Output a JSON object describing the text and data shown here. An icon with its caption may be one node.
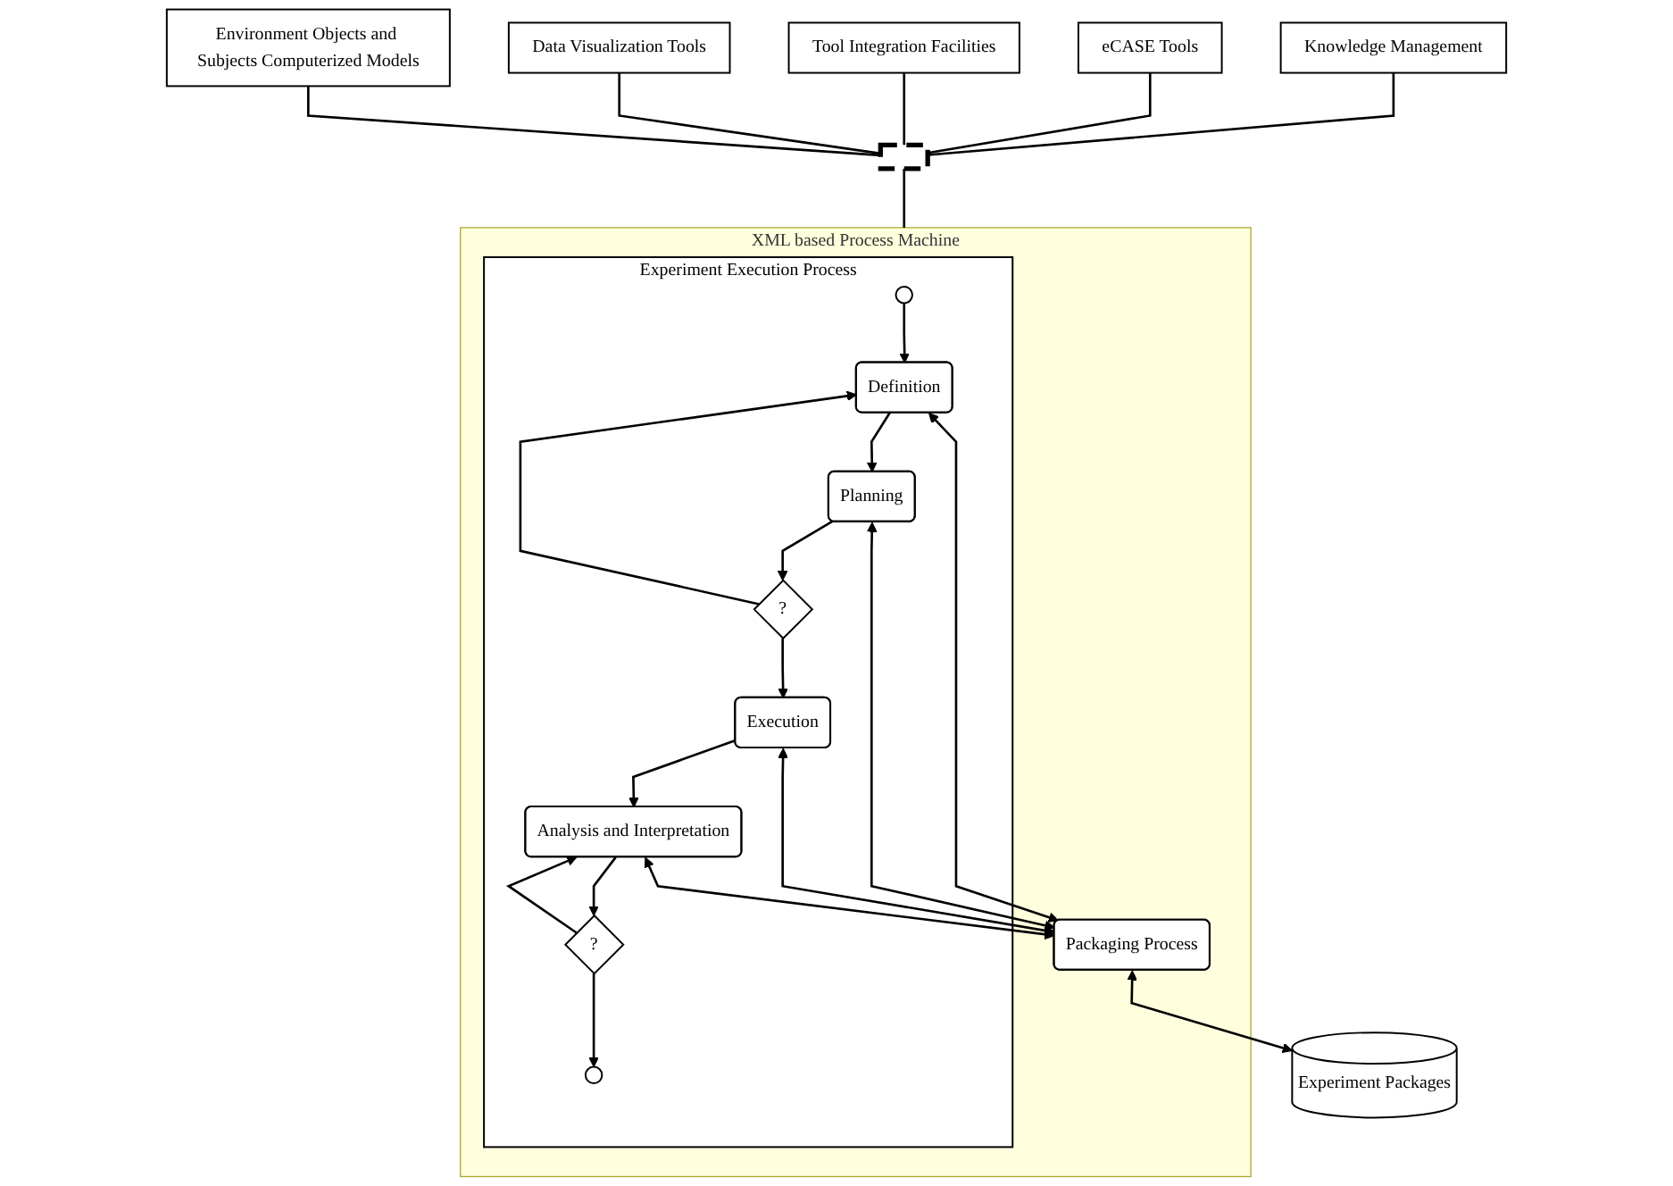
{
  "diagram": {
    "nodes": [
      {
        "text": [
          "Knowledge Management"
        ]
      },
      {
        "text": [
          "eCASE Tools"
        ]
      },
      {
        "text": [
          "Tool Integration Facilities"
        ]
      },
      {
        "text": [
          "Data Visualization Tools"
        ]
      },
      {
        "text": [
          "Environment Objects and Subjects Computerized Models"
        ]
      },
      {
        "text": [],
        "shape": "bar"
      },
      {
        "text": [
          "XML based Process Machine"
        ]
      },
      {
        "text": [
          "Experiment Execution Process"
        ],
        "in": 6
      },
      {
        "text": [],
        "shape": "circle",
        "in": 7
      },
      {
        "text": [
          "Definition"
        ],
        "in": 7
      },
      {
        "text": [
          "Planning"
        ],
        "in": 7
      },
      {
        "text": [
          "?"
        ],
        "in": 7
      },
      {
        "text": [
          "Execution"
        ],
        "in": 7
      },
      {
        "text": [
          "Analysis and Interpretation"
        ],
        "in": 7
      },
      {
        "text": [
          "?"
        ],
        "in": 7
      },
      {
        "text": [],
        "shape": "circle",
        "in": 7
      },
      {
        "text": [
          "Packaging Process"
        ],
        "in": 6
      },
      {
        "text": [
          "Experiment Packages"
        ]
      }
    ],
    "edges": [
      {
        "from": 0,
        "to": 5,
        "arrow": "none"
      },
      {
        "from": 1,
        "to": 5,
        "arrow": "none"
      },
      {
        "from": 2,
        "to": 5,
        "arrow": "none"
      },
      {
        "from": 3,
        "to": 5,
        "arrow": "none"
      },
      {
        "from": 4,
        "to": 5,
        "arrow": "none"
      },
      {
        "from": 5,
        "to": 6,
        "arrow": "none"
      },
      {
        "from": 8,
        "to": 9,
        "arrow": "to"
      },
      {
        "from": 9,
        "to": 10,
        "arrow": "to"
      },
      {
        "from": 10,
        "to": 11,
        "arrow": "to"
      },
      {
        "from": 11,
        "to": 9,
        "arrow": "to"
      },
      {
        "from": 11,
        "to": 12,
        "arrow": "to"
      },
      {
        "from": 12,
        "to": 13,
        "arrow": "to"
      },
      {
        "from": 13,
        "to": 14,
        "arrow": "to"
      },
      {
        "from": 14,
        "to": 13,
        "arrow": "to"
      },
      {
        "from": 14,
        "to": 15,
        "arrow": "to"
      },
      {
        "from": 9,
        "to": 16,
        "arrow": "both"
      },
      {
        "from": 10,
        "to": 16,
        "arrow": "both"
      },
      {
        "from": 12,
        "to": 16,
        "arrow": "both"
      },
      {
        "from": 13,
        "to": 16,
        "arrow": "both"
      },
      {
        "from": 16,
        "to": 17,
        "arrow": "both"
      }
    ]
  }
}
